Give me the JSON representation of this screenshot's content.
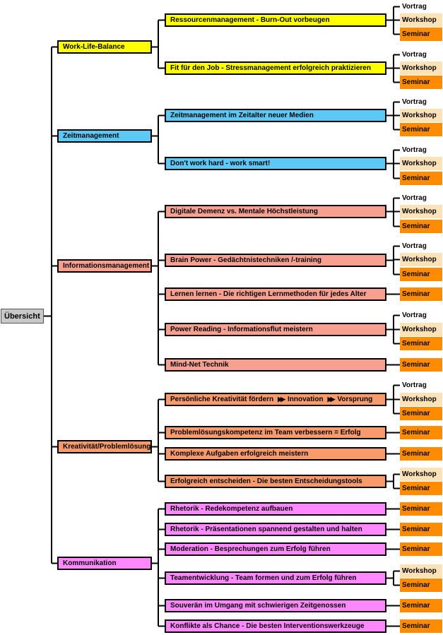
{
  "root": "Übersicht",
  "categories": [
    {
      "label": "Work-Life-Balance",
      "color": "#ffff00"
    },
    {
      "label": "Zeitmanagement",
      "color": "#5bc8f5"
    },
    {
      "label": "Informationsmanagement",
      "color": "#f8a090"
    },
    {
      "label": "Kreativität/Problemlösung",
      "color": "#f99a6a"
    },
    {
      "label": "Kommunikation",
      "color": "#ff88ff"
    }
  ],
  "topics": [
    {
      "cat": 0,
      "label": "Ressourcenmanagement - Burn-Out vorbeugen",
      "formats": [
        "Vortrag",
        "Workshop",
        "Seminar"
      ]
    },
    {
      "cat": 0,
      "label": "Fit für den Job - Stressmanagement erfolgreich praktizieren",
      "formats": [
        "Vortrag",
        "Workshop",
        "Seminar"
      ]
    },
    {
      "cat": 1,
      "label": "Zeitmanagement im Zeitalter neuer Medien",
      "formats": [
        "Vortrag",
        "Workshop",
        "Seminar"
      ]
    },
    {
      "cat": 1,
      "label": "Don't work hard - work smart!",
      "formats": [
        "Vortrag",
        "Workshop",
        "Seminar"
      ]
    },
    {
      "cat": 2,
      "label": "Digitale Demenz vs. Mentale Höchstleistung",
      "formats": [
        "Vortrag",
        "Workshop",
        "Seminar"
      ]
    },
    {
      "cat": 2,
      "label": "Brain Power - Gedächtnistechniken /-training",
      "formats": [
        "Vortrag",
        "Workshop",
        "Seminar"
      ]
    },
    {
      "cat": 2,
      "label": "Lernen lernen - Die richtigen Lernmethoden für jedes Alter",
      "formats": [
        "Seminar"
      ]
    },
    {
      "cat": 2,
      "label": "Power Reading - Informationsflut meistern",
      "formats": [
        "Vortrag",
        "Workshop",
        "Seminar"
      ]
    },
    {
      "cat": 2,
      "label": "Mind-Net Technik",
      "formats": [
        "Seminar"
      ]
    },
    {
      "cat": 3,
      "label": "Persönliche Kreativität fördern",
      "label2": "Innovation",
      "label3": "Vorsprung",
      "formats": [
        "Vortrag",
        "Workshop",
        "Seminar"
      ]
    },
    {
      "cat": 3,
      "label": "Problemlösungskompetenz im Team verbessern = Erfolg",
      "formats": [
        "Seminar"
      ]
    },
    {
      "cat": 3,
      "label": "Komplexe Aufgaben erfolgreich meistern",
      "formats": [
        "Seminar"
      ]
    },
    {
      "cat": 3,
      "label": "Erfolgreich entscheiden - Die besten Entscheidungstools",
      "formats": [
        "Workshop",
        "Seminar"
      ]
    },
    {
      "cat": 4,
      "label": "Rhetorik - Redekompetenz  aufbauen",
      "formats": [
        "Seminar"
      ]
    },
    {
      "cat": 4,
      "label": "Rhetorik - Präsentationen spannend gestalten und halten",
      "formats": [
        "Seminar"
      ]
    },
    {
      "cat": 4,
      "label": "Moderation - Besprechungen zum Erfolg führen",
      "formats": [
        "Seminar"
      ]
    },
    {
      "cat": 4,
      "label": "Teamentwicklung - Team formen und zum Erfolg führen",
      "formats": [
        "Workshop",
        "Seminar"
      ]
    },
    {
      "cat": 4,
      "label": "Souverän im Umgang mit schwierigen Zeitgenossen",
      "formats": [
        "Seminar"
      ]
    },
    {
      "cat": 4,
      "label": "Konflikte als Chance - Die besten Interventionswerkzeuge",
      "formats": [
        "Seminar"
      ]
    }
  ]
}
